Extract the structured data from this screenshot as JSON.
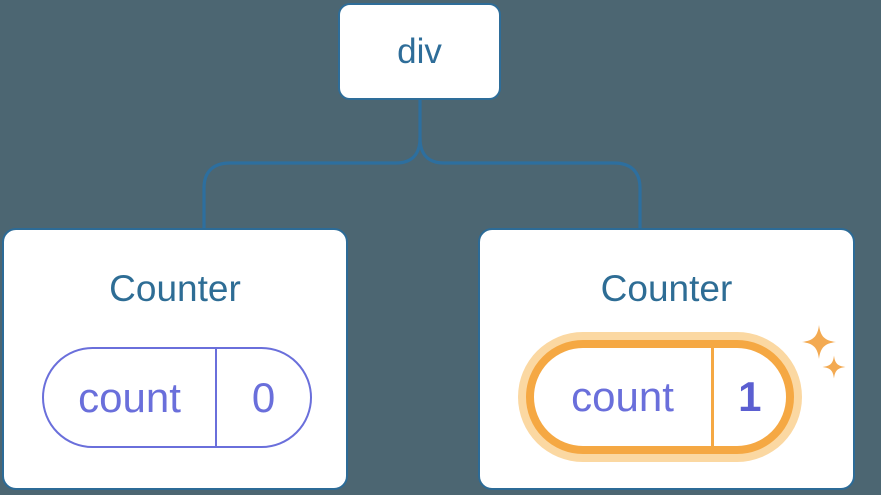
{
  "diagram": {
    "background_color": "#4C6672",
    "root": {
      "label": "div"
    },
    "children": [
      {
        "title": "Counter",
        "state_name": "count",
        "state_value": "0",
        "highlighted": false
      },
      {
        "title": "Counter",
        "state_name": "count",
        "state_value": "1",
        "highlighted": true
      }
    ],
    "colors": {
      "node_blue": "#2E6D99",
      "connector_blue": "#2D6F9F",
      "card_border_blue": "#2C6B97",
      "card_background": "#FFFFFF",
      "state_indigo": "#6A6FDB",
      "state_value_bold_indigo": "#5B5FD1",
      "highlight_orange": "#F5A843",
      "highlight_glow": "#FBD8A2",
      "sparkle_orange": "#F3AA52"
    }
  }
}
